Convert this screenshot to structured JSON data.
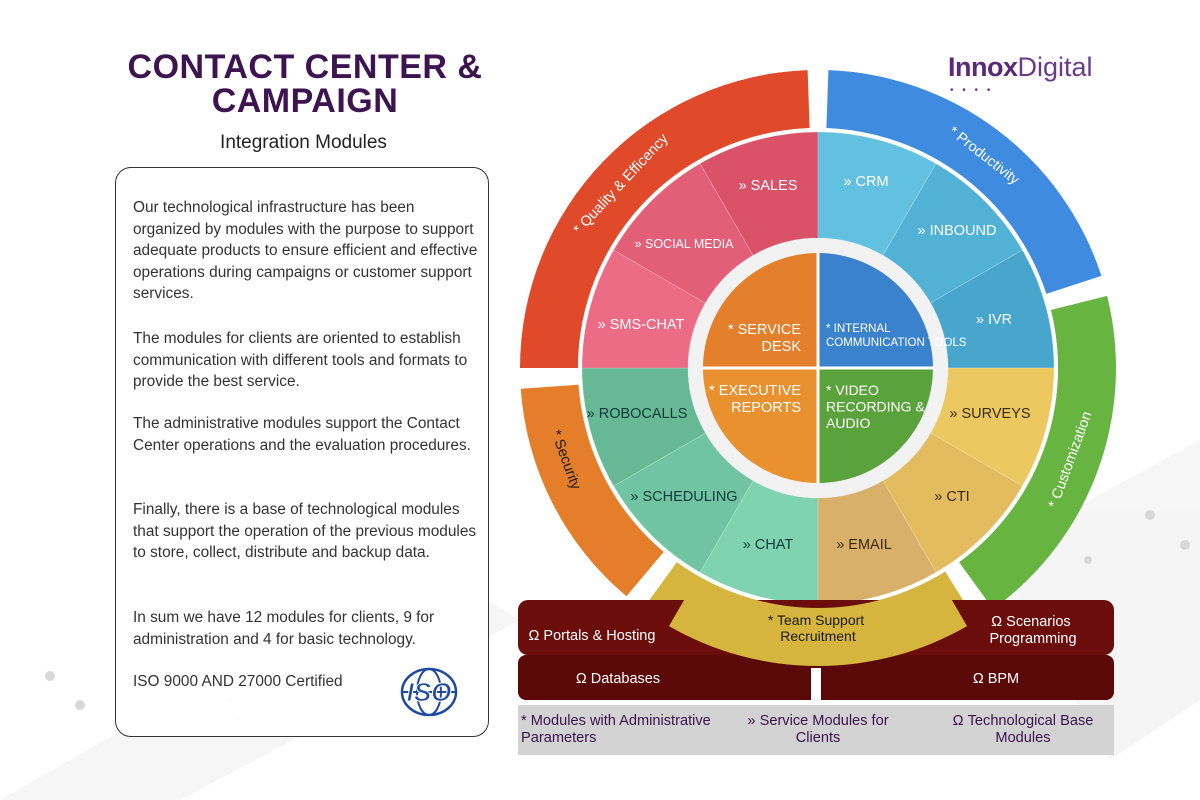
{
  "title": "CONTACT CENTER &\nCAMPAIGN",
  "subtitle": "Integration Modules",
  "brand": {
    "part1": "Innox",
    "part2": "Digital"
  },
  "paragraphs": [
    "Our technological infrastructure has been organized by modules with the purpose to support adequate products to ensure efficient and effective operations during campaigns or customer support services.",
    "The modules for clients are oriented to establish communication with different tools and formats to provide the best service.",
    "The administrative modules support the Contact Center operations and the evaluation procedures.",
    "Finally, there is a base of technological modules that support the operation of the previous modules to store, collect, distribute  and backup data.",
    "In sum we have 12 modules for clients, 9 for administration and 4 for basic technology."
  ],
  "certification": "ISO 9000 AND 27000 Certified",
  "iso_logo_text": "ISO",
  "outer_ring": [
    {
      "label": "* Quality & Efficency",
      "color": "#e0492a"
    },
    {
      "label": "* Productivity",
      "color": "#3f8be0"
    },
    {
      "label": "* Customization",
      "color": "#67b441"
    },
    {
      "label": "* Team Support\nRecruitment",
      "color": "#d6b53e"
    },
    {
      "label": "* Security",
      "color": "#e47e2b"
    }
  ],
  "client_modules": [
    {
      "label": "» SALES",
      "color": "#d95268"
    },
    {
      "label": "» CRM",
      "color": "#62c0e0"
    },
    {
      "label": "» INBOUND",
      "color": "#52b2d6"
    },
    {
      "label": "» IVR",
      "color": "#48a6cd"
    },
    {
      "label": "» SURVEYS",
      "color": "#ecc861"
    },
    {
      "label": "» CTI",
      "color": "#e3bc60"
    },
    {
      "label": "» EMAIL",
      "color": "#d9b069"
    },
    {
      "label": "» CHAT",
      "color": "#7fd3b0"
    },
    {
      "label": "» SCHEDULING",
      "color": "#70c4a3"
    },
    {
      "label": "» ROBOCALLS",
      "color": "#67b996"
    },
    {
      "label": "» SMS-CHAT",
      "color": "#ec6c86"
    },
    {
      "label": "»  SOCIAL MEDIA",
      "color": "#e35f78"
    }
  ],
  "core_modules": [
    {
      "label": "* SERVICE\nDESK",
      "color": "#e47f2b"
    },
    {
      "label": "* INTERNAL\nCOMMUNICATION TOOLS",
      "color": "#3b82cc"
    },
    {
      "label": "* VIDEO\nRECORDING &\nAUDIO",
      "color": "#5aa33c"
    },
    {
      "label": "* EXECUTIVE\nREPORTS",
      "color": "#e8912e"
    }
  ],
  "tech_base": [
    {
      "label": "Ω Portals & Hosting"
    },
    {
      "label": "Ω Scenarios\nProgramming"
    },
    {
      "label": "Ω Databases"
    },
    {
      "label": "Ω BPM"
    }
  ],
  "legend": [
    {
      "label": "* Modules with Administrative\nParameters"
    },
    {
      "label": "» Service Modules for\nClients"
    },
    {
      "label": "Ω Technological Base\nModules"
    }
  ],
  "colors": {
    "title": "#3d1450",
    "dark_red": "#6b0e0b",
    "legend_text": "#3a1250"
  }
}
